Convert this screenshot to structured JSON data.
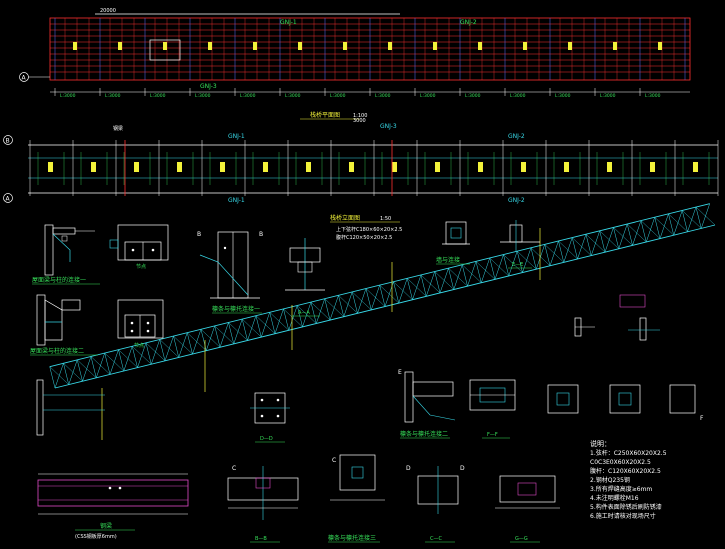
{
  "colors": {
    "background": "#000000",
    "truss_cyan": "#37d7e6",
    "frame_white": "#ffffff",
    "member_red": "#ff3030",
    "dimension_green": "#37e05a",
    "label_yellow": "#f2f23a",
    "plate_magenta": "#e04cc8",
    "panel_blue": "#5a6cff"
  },
  "plan_top": {
    "truss_labels": [
      "GNJ-1",
      "GNJ-2",
      "GNJ-3"
    ],
    "top_dimension": "20000",
    "grid_labels": [
      "A"
    ],
    "bay_labels": [
      "L:3000",
      "L:3000",
      "L:3000",
      "L:3000",
      "L:3000",
      "L:3000",
      "L:3000",
      "L:3000",
      "L:3000",
      "L:3000",
      "L:3000",
      "L:3000",
      "L:3000",
      "L:3000"
    ],
    "title": "栈桥平面图",
    "title_note": "1:100"
  },
  "plan_bottom": {
    "truss_labels": [
      "GNJ-1",
      "GNJ-2",
      "GNJ-3"
    ],
    "bottom_labels": [
      "GNJ-1",
      "GNJ-2"
    ],
    "grid_labels": [
      "B",
      "A"
    ],
    "top_dimension": "3000",
    "section_mark": "钢梁"
  },
  "details": {
    "d1_title": "屋面梁与柱的连接一",
    "d2_title": "屋面梁与柱的连接二",
    "d3_title": "节点",
    "d4_title": "节点",
    "d5_title": "檩条与檩托连接一",
    "d6_title": "A—A",
    "d7_title": "檩条与檩托连接二",
    "d8_title": "E—E",
    "d9_title": "墙与连接",
    "d10_title": "F—F",
    "d11_title": "D—D",
    "d12_title": "B—B",
    "d13_title": "C—C",
    "d14_title": "G—G",
    "d15_title": "檩条与檩托连接三",
    "beam_title": "钢梁",
    "beam_note": "(CSS钢板厚6mm)",
    "truss_title": "栈桥立面图",
    "truss_scale": "1:50",
    "truss_note_1": "上下弦杆C180×60×20×2.5",
    "truss_note_2": "腹杆C120×50×20×2.5",
    "marks": [
      "B",
      "B",
      "C",
      "C",
      "D",
      "D",
      "E",
      "F"
    ]
  },
  "notes": {
    "title": "说明：",
    "lines": [
      "1.弦杆：C250X60X20X2.5",
      "C0C3E0X60X20X2.5",
      "腹杆：C120X60X20X2.5",
      "2.钢材Q235钢",
      "3.所有焊缝高度≥6mm",
      "4.未注明螺栓M16",
      "5.构件表面除锈后刷防锈漆",
      "6.施工时请核对现场尺寸"
    ]
  }
}
